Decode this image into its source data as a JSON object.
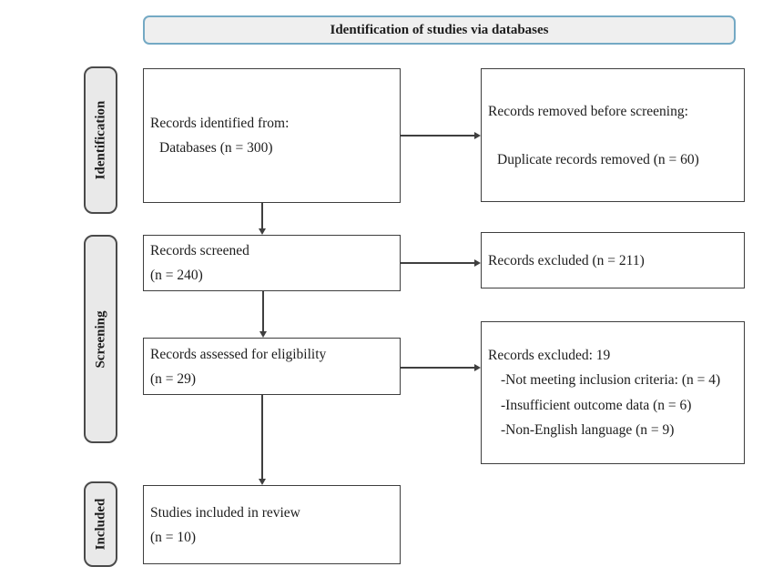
{
  "header": {
    "title": "Identification of studies via databases"
  },
  "side_labels": {
    "identification": "Identification",
    "screening": "Screening",
    "included": "Included"
  },
  "boxes": {
    "records_identified": {
      "line1": "Records identified from:",
      "line2": "Databases (n = 300)"
    },
    "records_removed": {
      "line1": "Records removed before screening:",
      "line2": "Duplicate records removed (n = 60)"
    },
    "records_screened": {
      "line1": "Records screened",
      "line2": "(n = 240)"
    },
    "records_excluded": {
      "line1": "Records excluded (n = 211)"
    },
    "records_assessed": {
      "line1": "Records assessed for eligibility",
      "line2": "(n = 29)"
    },
    "records_excluded_reasons": {
      "line1": "Records excluded: 19",
      "reason1": "-Not meeting inclusion criteria: (n = 4)",
      "reason2": "-Insufficient outcome data (n = 6)",
      "reason3": "-Non-English language (n = 9)"
    },
    "studies_included": {
      "line1": "Studies included in review",
      "line2": "(n = 10)"
    }
  },
  "colors": {
    "header_border": "#74a9c4",
    "header_fill": "#efefef",
    "label_fill": "#e9e9e9",
    "box_border": "#3e3e3e",
    "arrow": "#3f3f3f"
  }
}
